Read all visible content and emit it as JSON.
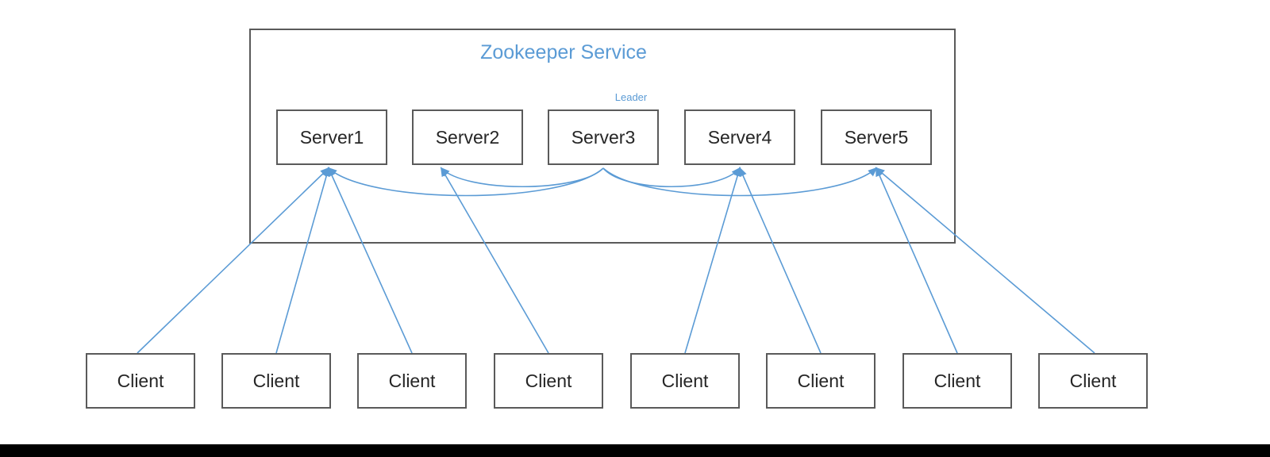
{
  "diagram": {
    "title": "Zookeeper Service",
    "leader_label": "Leader",
    "servers": [
      {
        "label": "Server1"
      },
      {
        "label": "Server2"
      },
      {
        "label": "Server3"
      },
      {
        "label": "Server4"
      },
      {
        "label": "Server5"
      }
    ],
    "clients": [
      {
        "label": "Client"
      },
      {
        "label": "Client"
      },
      {
        "label": "Client"
      },
      {
        "label": "Client"
      },
      {
        "label": "Client"
      },
      {
        "label": "Client"
      },
      {
        "label": "Client"
      },
      {
        "label": "Client"
      }
    ],
    "leader_index": 2,
    "client_connections": [
      0,
      0,
      0,
      1,
      3,
      3,
      4,
      4
    ],
    "colors": {
      "accent": "#5b9bd5",
      "border": "#5a5a5a",
      "text": "#262626"
    }
  }
}
